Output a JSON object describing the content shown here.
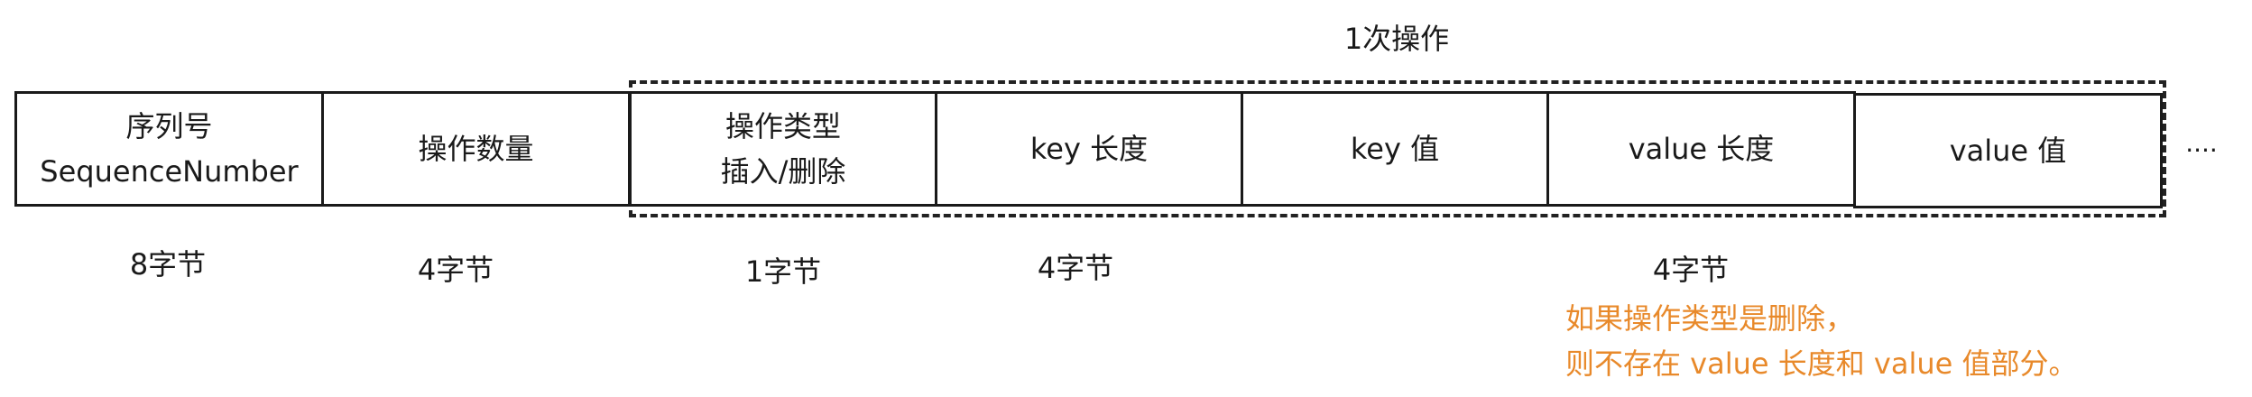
{
  "group_label": "1次操作",
  "fields": [
    {
      "line1": "序列号",
      "line2": "SequenceNumber"
    },
    {
      "line1": "操作数量"
    },
    {
      "line1": "操作类型",
      "line2": "插入/删除"
    },
    {
      "line1": "key 长度"
    },
    {
      "line1": "key 值"
    },
    {
      "line1": "value 长度"
    },
    {
      "line1": "value 值"
    }
  ],
  "ellipsis": "....",
  "sizes": [
    "8字节",
    "4字节",
    "1字节",
    "4字节",
    "4字节"
  ],
  "note": {
    "line1": "如果操作类型是删除，",
    "line2": "则不存在 value 长度和 value 值部分。",
    "color": "#e8892a"
  }
}
